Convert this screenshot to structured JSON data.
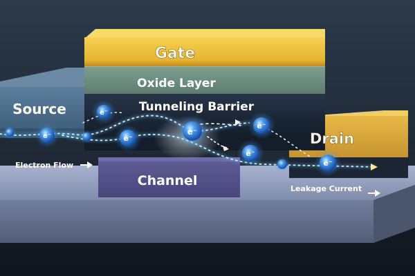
{
  "labels": {
    "gate": "Gate",
    "oxide": "Oxide Layer",
    "barrier": "Tunneling Barrier",
    "source": "Source",
    "drain": "Drain",
    "channel": "Channel",
    "electron_flow": "Electron Flow",
    "leakage": "Leakage Current",
    "electron": "e⁻"
  },
  "colors": {
    "gate": "#e3b42c",
    "oxide": "#6f8f80",
    "barrier": "#1d2a3c",
    "source": "#4f7390",
    "drain": "#e0b03e",
    "channel": "#55538a",
    "substrate": "#8b99b8",
    "electron": "#2a7ae0",
    "glow": "#6fd0ff"
  },
  "icons": [
    "electron-icon",
    "flow-arrow-icon"
  ]
}
